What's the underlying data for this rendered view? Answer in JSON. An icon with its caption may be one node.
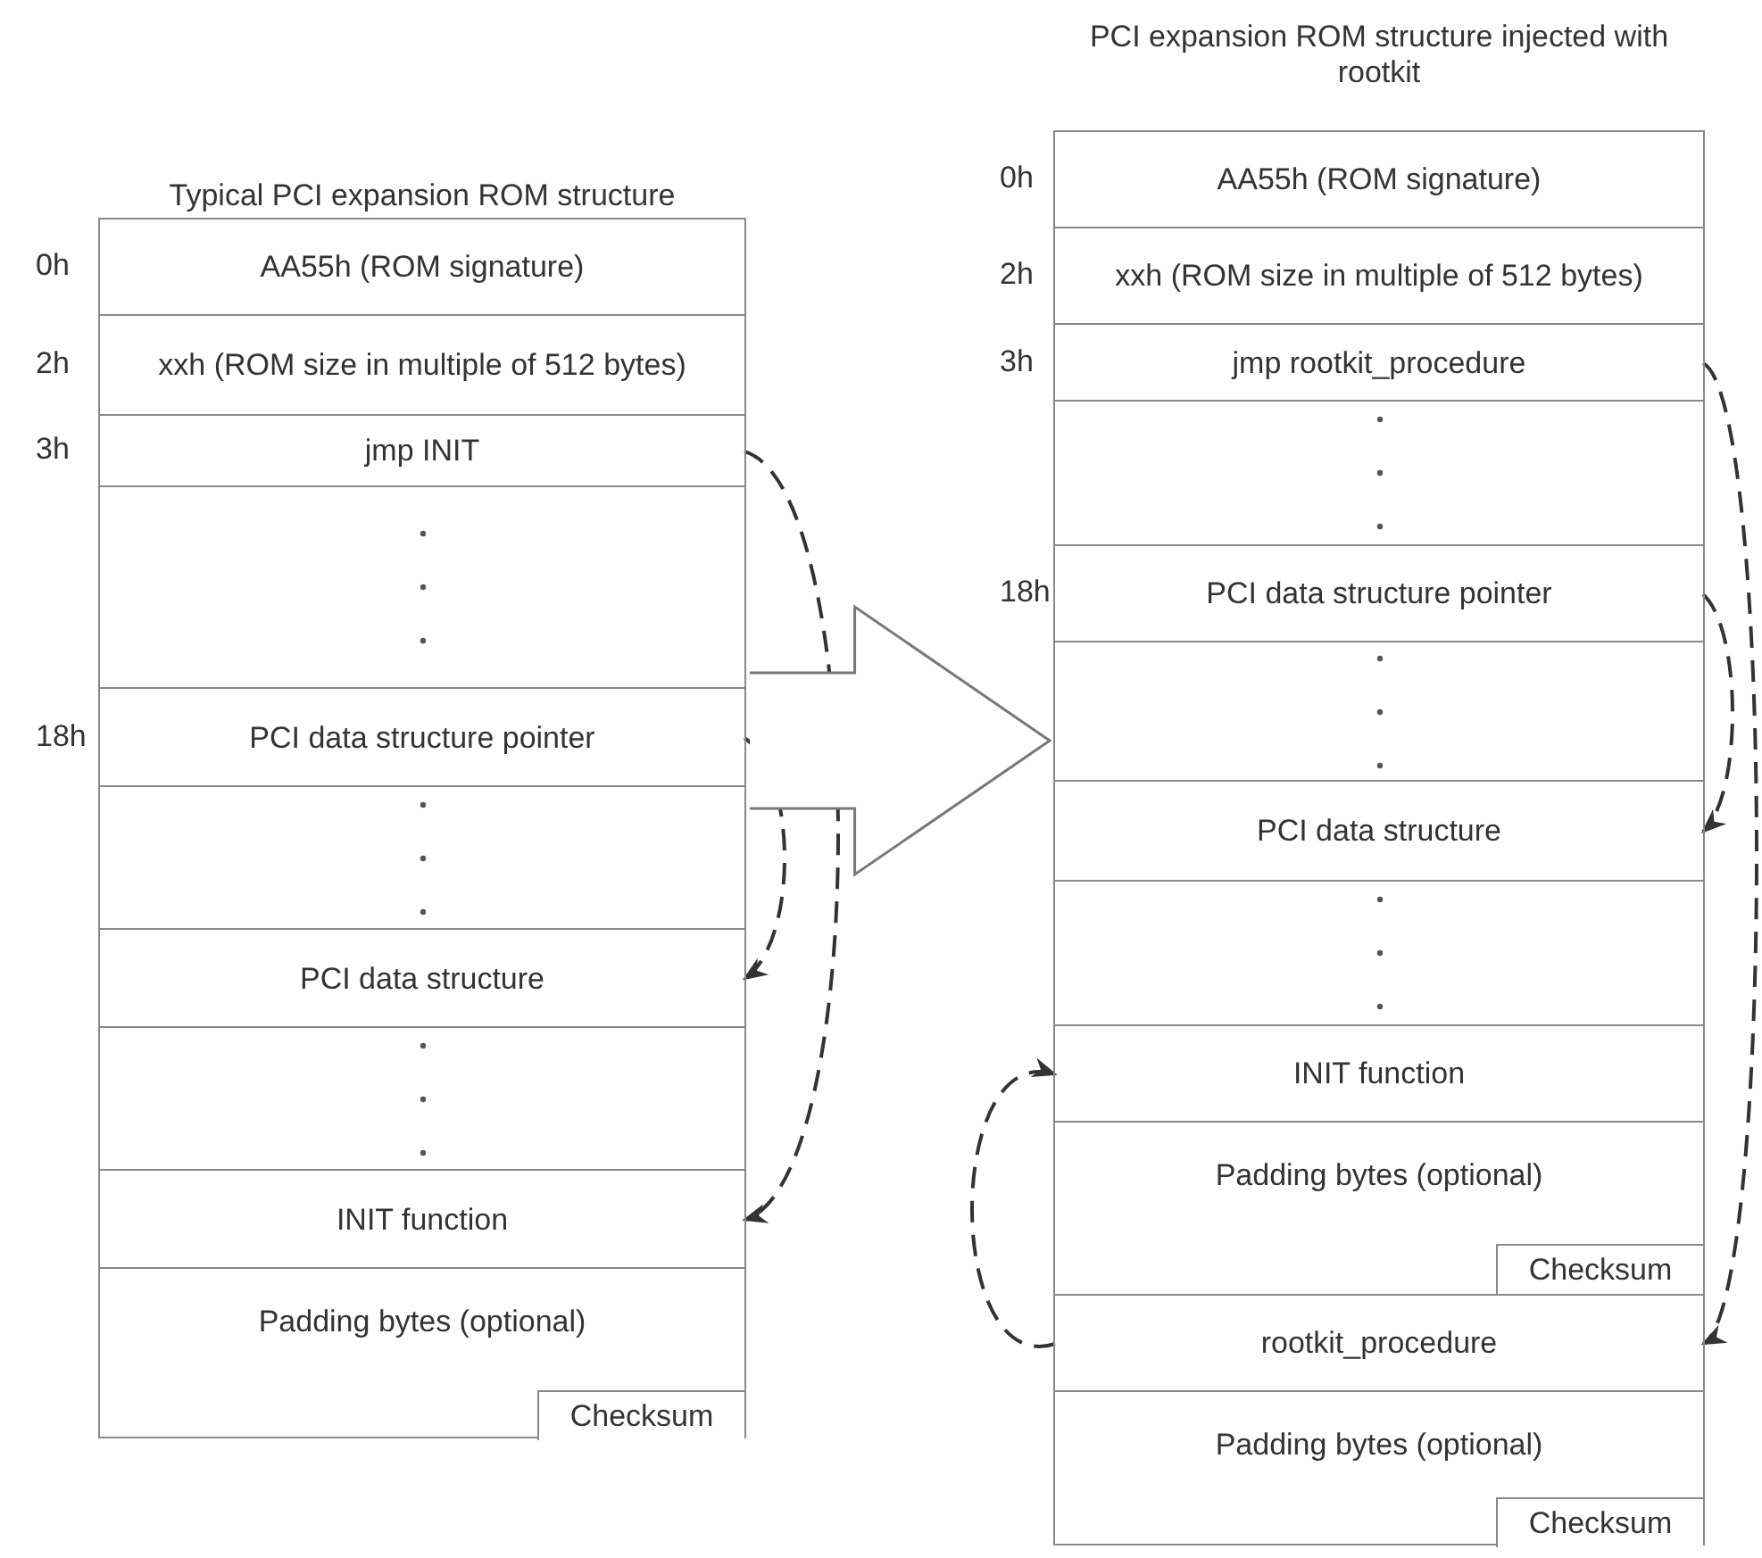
{
  "diagram": {
    "nodes": [
      {
        "text": [
          "Typical PCI expansion ROM structure"
        ]
      },
      {
        "text": [
          "AA55h (ROM signature)"
        ],
        "in": 0,
        "beside": [
          "0h"
        ]
      },
      {
        "text": [
          "xxh (ROM size in multiple of 512 bytes)"
        ],
        "in": 0,
        "beside": [
          "2h"
        ]
      },
      {
        "text": [
          "jmp INIT"
        ],
        "in": 0,
        "beside": [
          "3h"
        ]
      },
      {
        "text": [],
        "shape": "box",
        "in": 0
      },
      {
        "text": [
          "PCI data structure pointer"
        ],
        "in": 0,
        "beside": [
          "18h"
        ]
      },
      {
        "text": [],
        "shape": "box",
        "in": 0
      },
      {
        "text": [
          "PCI data structure"
        ],
        "in": 0
      },
      {
        "text": [],
        "shape": "box",
        "in": 0
      },
      {
        "text": [
          "INIT function"
        ],
        "in": 0
      },
      {
        "text": [
          "Padding bytes (optional)"
        ],
        "in": 0
      },
      {
        "text": [
          "Checksum"
        ],
        "in": 10
      },
      {
        "text": [
          "PCI expansion ROM structure injected with rootkit"
        ]
      },
      {
        "text": [
          "AA55h (ROM signature)"
        ],
        "in": 12,
        "beside": [
          "0h"
        ]
      },
      {
        "text": [
          "xxh (ROM size in multiple of 512 bytes)"
        ],
        "in": 12,
        "beside": [
          "2h"
        ]
      },
      {
        "text": [
          "jmp rootkit_procedure"
        ],
        "in": 12,
        "beside": [
          "3h"
        ]
      },
      {
        "text": [],
        "shape": "box",
        "in": 12
      },
      {
        "text": [
          "PCI data structure pointer"
        ],
        "in": 12,
        "beside": [
          "18h"
        ]
      },
      {
        "text": [],
        "shape": "box",
        "in": 12
      },
      {
        "text": [
          "PCI data structure"
        ],
        "in": 12
      },
      {
        "text": [],
        "shape": "box",
        "in": 12
      },
      {
        "text": [
          "INIT function"
        ],
        "in": 12
      },
      {
        "text": [
          "Padding bytes (optional)"
        ],
        "in": 12
      },
      {
        "text": [
          "Checksum"
        ],
        "in": 22
      },
      {
        "text": [
          "rootkit_procedure"
        ],
        "in": 12
      },
      {
        "text": [
          "Padding bytes (optional)"
        ],
        "in": 12
      },
      {
        "text": [
          "Checksum"
        ],
        "in": 25
      }
    ],
    "edges": [
      {
        "from": 0,
        "to": 12,
        "arrow": "to"
      },
      {
        "from": 3,
        "to": 9,
        "arrow": "to",
        "style": "dashed"
      },
      {
        "from": 5,
        "to": 7,
        "arrow": "to",
        "style": "dashed"
      },
      {
        "from": 15,
        "to": 24,
        "arrow": "to",
        "style": "dashed"
      },
      {
        "from": 17,
        "to": 19,
        "arrow": "to",
        "style": "dashed"
      },
      {
        "from": 24,
        "to": 21,
        "arrow": "to",
        "style": "dashed"
      }
    ]
  }
}
